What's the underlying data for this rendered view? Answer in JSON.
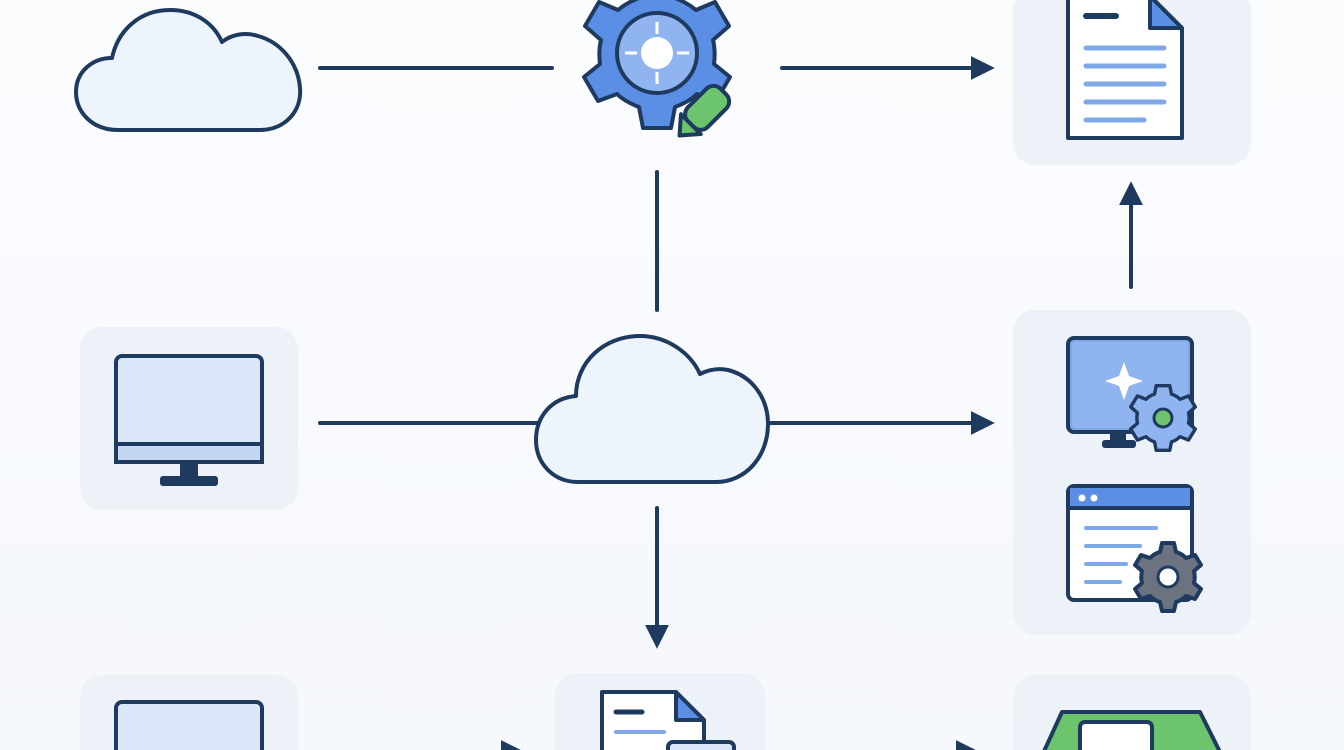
{
  "colors": {
    "stroke": "#1f3a5f",
    "fill_light": "#eef4fb",
    "screen": "#dbe8fa",
    "screen_accent": "#7ea8e6",
    "blue": "#5b8fe6",
    "blue_light": "#8fb4f0",
    "green": "#6cc46c",
    "green_dark": "#2f6b3a",
    "gray": "#6b7280",
    "tile": "#edf2f9"
  },
  "nodes": [
    {
      "id": "cloud-source",
      "icon": "cloud-icon"
    },
    {
      "id": "settings-edit",
      "icon": "gear-pencil-icon"
    },
    {
      "id": "document-top",
      "icon": "document-icon"
    },
    {
      "id": "monitor-left",
      "icon": "monitor-icon"
    },
    {
      "id": "cloud-hub",
      "icon": "cloud-icon"
    },
    {
      "id": "monitor-gear",
      "icon": "monitor-gear-icon"
    },
    {
      "id": "browser-gear",
      "icon": "browser-gear-icon"
    },
    {
      "id": "monitor-bottom",
      "icon": "monitor-icon"
    },
    {
      "id": "documents-bottom",
      "icon": "documents-icon"
    },
    {
      "id": "green-device",
      "icon": "tray-icon"
    }
  ],
  "connectors": [
    {
      "from": "cloud-source",
      "to": "settings-edit",
      "arrow": false
    },
    {
      "from": "settings-edit",
      "to": "document-top",
      "arrow": true
    },
    {
      "from": "settings-edit",
      "to": "cloud-hub",
      "arrow": false
    },
    {
      "from": "monitor-left",
      "to": "cloud-hub",
      "arrow": false
    },
    {
      "from": "cloud-hub",
      "to": "monitor-gear",
      "arrow": true
    },
    {
      "from": "cloud-hub",
      "to": "documents-bottom",
      "arrow": true
    },
    {
      "from": "monitor-gear",
      "to": "document-top",
      "arrow": true
    },
    {
      "from": "monitor-bottom",
      "to": "documents-bottom",
      "arrow": true
    },
    {
      "from": "documents-bottom",
      "to": "green-device",
      "arrow": true
    }
  ]
}
